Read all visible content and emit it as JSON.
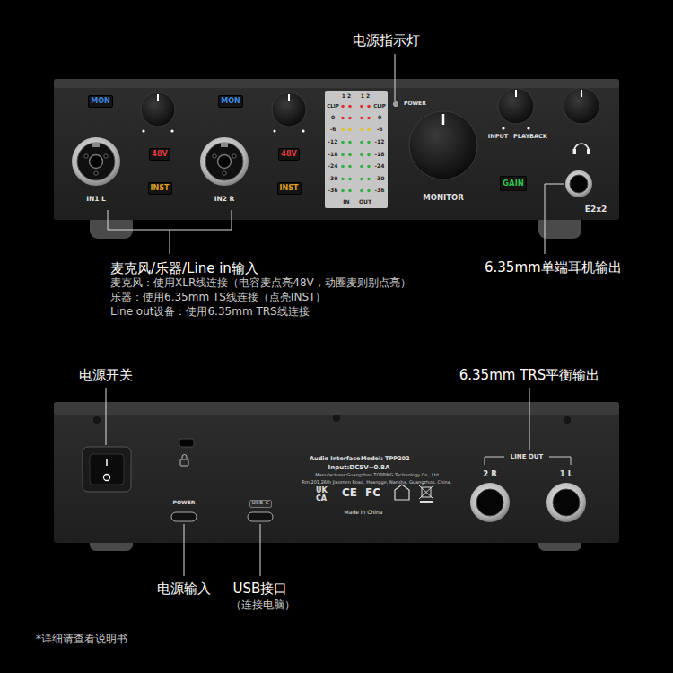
{
  "diagram": {
    "nodes": [
      {
        "text": [
          "MON"
        ]
      },
      {
        "text": [
          "MON"
        ]
      },
      {
        "text": [
          "48V"
        ]
      },
      {
        "text": [
          "INST"
        ]
      },
      {
        "text": [
          "48V"
        ]
      },
      {
        "text": [
          "INST"
        ]
      },
      {
        "text": [
          "GAIN"
        ]
      },
      {
        "text": [
          "USB-C"
        ]
      }
    ],
    "labels": [
      "电源指示灯",
      "1 2",
      "1 2",
      "CLIP",
      "CLIP",
      "0",
      "0",
      "-6",
      "-6",
      "-12",
      "-12",
      "-18",
      "-18",
      "-24",
      "-24",
      "-30",
      "-30",
      "-36",
      "-36",
      "IN",
      "OUT",
      "POWER",
      "INPUT",
      "PLAYBACK",
      "MONITOR",
      "IN1 L",
      "IN2 R",
      "E2x2",
      "麦克风/乐器/Line in输入",
      "麦克风：使用XLR线连接（电容麦点亮48V，动圈麦则别点亮）",
      "乐器：使用6.35mm TS线连接（点亮INST）",
      "Line out设备：使用6.35mm TRS线连接",
      "6.35mm单端耳机输出",
      "电源开关",
      "6.35mm TRS平衡输出",
      "Audio Interface",
      "Model: TPP202",
      "Input:DC5V⎓0.8A",
      "Manufacturer:Guangzhou TOPPING Technology Co., Ltd",
      "Rm 201,26th Jiaomen Road, Huangge, Nansha, Guangzhou, China.",
      "UK",
      "CA",
      "CE",
      "FC",
      "Made in China",
      "LINE OUT",
      "2 R",
      "1 L",
      "POWER",
      "电源输入",
      "USB接口",
      "（连接电脑）",
      "*详细请查看说明书"
    ]
  }
}
